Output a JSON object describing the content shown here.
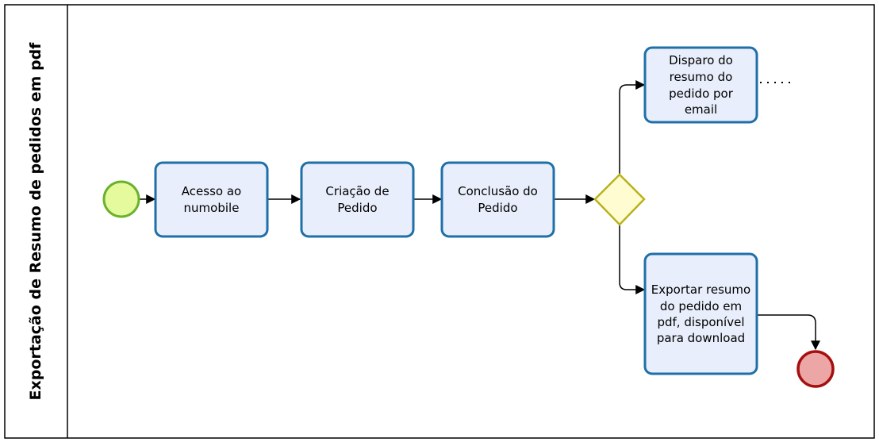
{
  "pool": {
    "title": "Exportação de Resumo de pedidos em pdf"
  },
  "tasks": {
    "access": {
      "lines": [
        "Acesso ao",
        "numobile"
      ]
    },
    "create": {
      "lines": [
        "Criação de",
        "Pedido"
      ]
    },
    "conclude": {
      "lines": [
        "Conclusão do",
        "Pedido"
      ]
    },
    "email": {
      "lines": [
        "Disparo do",
        "resumo do",
        "pedido por",
        "email"
      ]
    },
    "export": {
      "lines": [
        "Exportar resumo",
        "do pedido em",
        "pdf, disponível",
        "para download"
      ]
    }
  },
  "colors": {
    "task_fill": "#e8eefb",
    "task_stroke": "#1f6fa8",
    "start_fill": "#e4fa9c",
    "start_stroke": "#6ab22c",
    "end_fill": "#eda6a6",
    "end_stroke": "#a50f0f",
    "gateway_fill": "#fefcd0",
    "gateway_stroke": "#b8b21a"
  }
}
